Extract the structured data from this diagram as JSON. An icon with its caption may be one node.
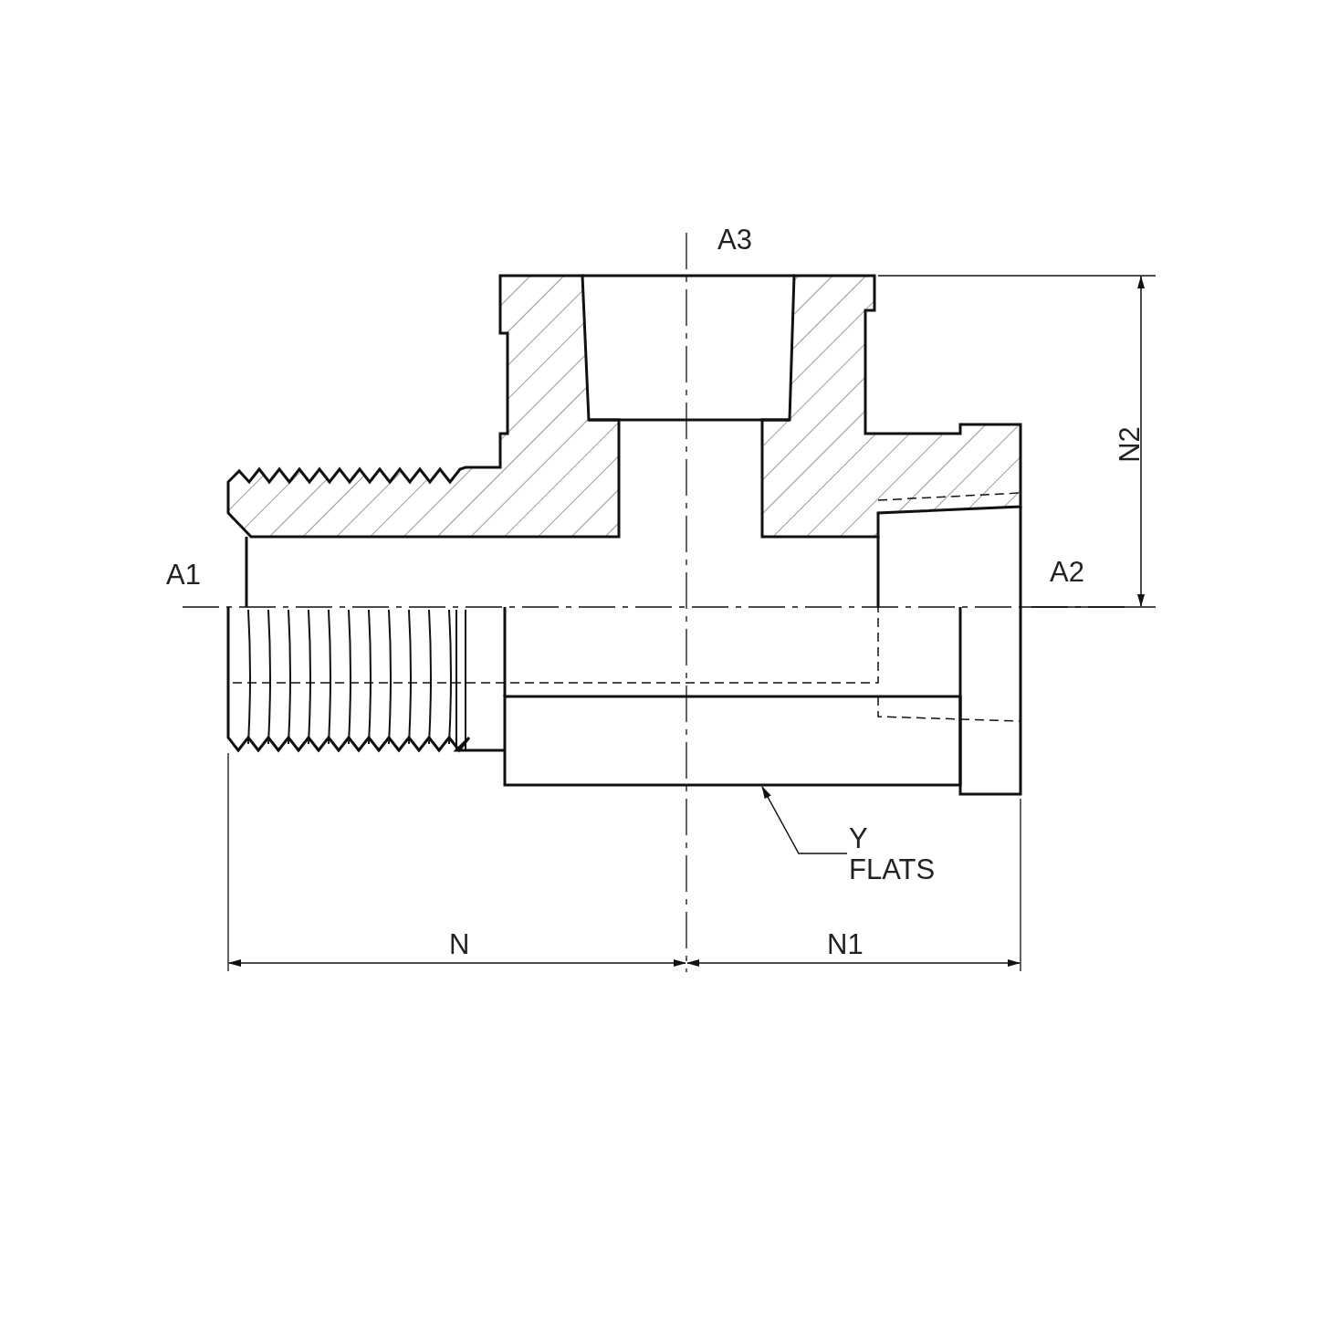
{
  "diagram": {
    "nodes": [
      {
        "text": [
          "Y FLATS"
        ]
      },
      {
        "text": [],
        "shape": "box"
      }
    ],
    "edges": [
      {
        "from": 0,
        "to": 1,
        "arrow": "to"
      }
    ],
    "labels": [
      "A3",
      "N2",
      "A1",
      "A2",
      "N",
      "N1"
    ]
  }
}
